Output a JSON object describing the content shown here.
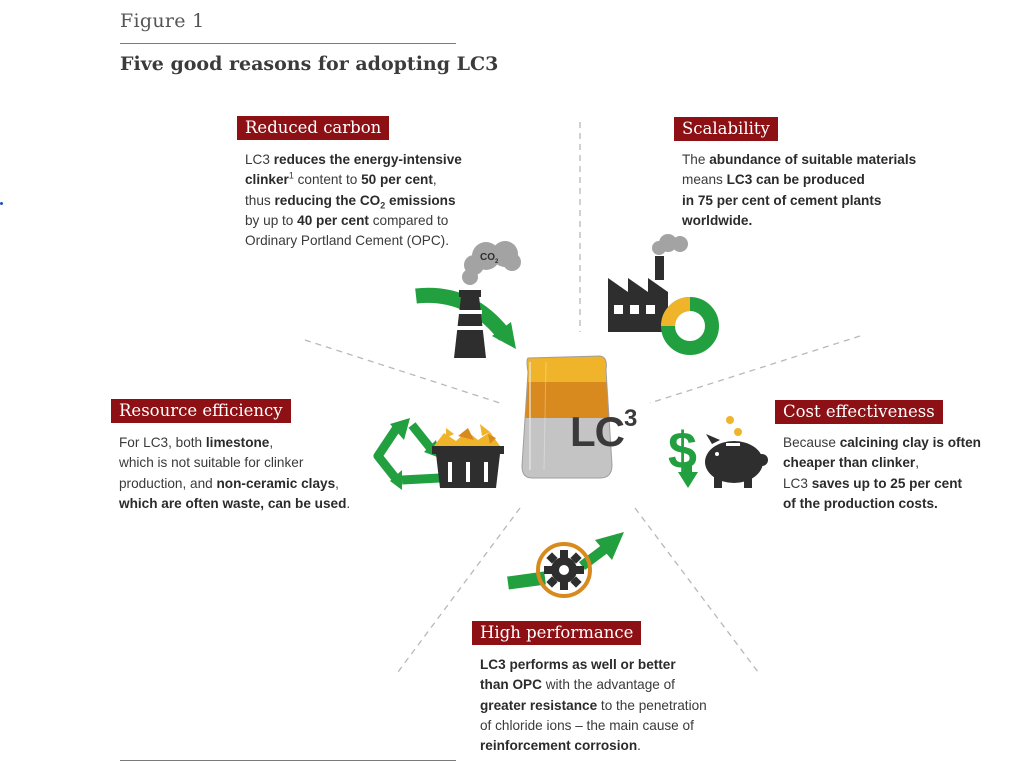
{
  "figure": {
    "label": "Figure 1",
    "title": "Five good reasons for adopting LC3"
  },
  "colors": {
    "accent": "#8c1014",
    "green": "#22a040",
    "yellow": "#f0b42a",
    "orange": "#d98a1f",
    "dark": "#2e2e2e"
  },
  "center": {
    "bag_brand": "LC",
    "bag_superscript": "3"
  },
  "icons": {
    "co2_label": "CO",
    "co2_sub": "2"
  },
  "reasons": {
    "reduced_carbon": {
      "title": "Reduced carbon",
      "t1": "LC3 ",
      "b1": "reduces the energy-intensive",
      "b2": "clinker",
      "sup1": "1",
      "t2": " content to ",
      "b3": "50 per cent",
      "t3": ",",
      "t4": "thus ",
      "b4": "reducing the CO",
      "sub1": "2",
      "b5": " emissions",
      "t5": "by up to ",
      "b6": "40 per cent",
      "t6": " compared to",
      "t7": "Ordinary Portland Cement (OPC)."
    },
    "scalability": {
      "title": "Scalability",
      "t1": "The ",
      "b1": "abundance of suitable materials",
      "t2": "means ",
      "b2": "LC3 can be produced",
      "b3": "in 75 per cent of cement plants",
      "b4": "worldwide."
    },
    "resource_efficiency": {
      "title": "Resource efficiency",
      "t1": "For LC3, both ",
      "b1": "limestone",
      "t2": ",",
      "t3": "which is not suitable for clinker",
      "t4": "production, and ",
      "b2": "non-ceramic clays",
      "t5": ",",
      "b3": "which are often waste, can be used",
      "t6": "."
    },
    "cost_effectiveness": {
      "title": "Cost effectiveness",
      "t1": "Because ",
      "b1": "calcining clay is often",
      "b2": "cheaper than clinker",
      "t2": ",",
      "t3": "LC3 ",
      "b3": "saves up to 25 per cent",
      "b4": "of the production costs."
    },
    "high_performance": {
      "title": "High performance",
      "b1": "LC3 performs as well or better",
      "b2": "than OPC",
      "t1": " with the advantage of",
      "b3": "greater resistance",
      "t2": " to the penetration",
      "t3": "of chloride ions – the main cause of",
      "b4": "reinforcement corrosion",
      "t4": "."
    }
  }
}
